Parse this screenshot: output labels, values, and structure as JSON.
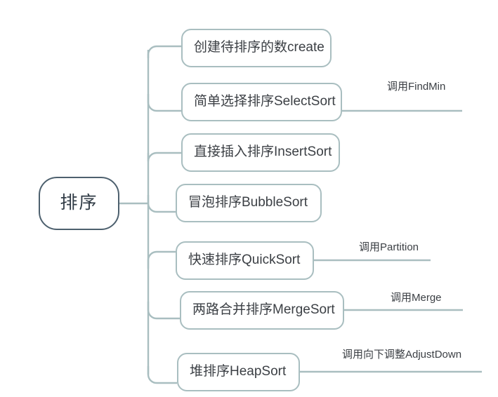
{
  "diagram": {
    "type": "mind-map",
    "title_node": {
      "label": "排序"
    },
    "branches": [
      {
        "label": "创建待排序的数create",
        "annotation": null
      },
      {
        "label": "简单选择排序SelectSort",
        "annotation": "调用FindMin"
      },
      {
        "label": "直接插入排序InsertSort",
        "annotation": null
      },
      {
        "label": "冒泡排序BubbleSort",
        "annotation": null
      },
      {
        "label": "快速排序QuickSort",
        "annotation": "调用Partition"
      },
      {
        "label": "两路合并排序MergeSort",
        "annotation": "调用Merge"
      },
      {
        "label": "堆排序HeapSort",
        "annotation": "调用向下调整AdjustDown"
      }
    ],
    "colors": {
      "background": "#ffffff",
      "node_border": "#a9bec0",
      "root_border": "#4d606e",
      "connector": "#a9bec0",
      "text": "#3b3f44"
    }
  }
}
